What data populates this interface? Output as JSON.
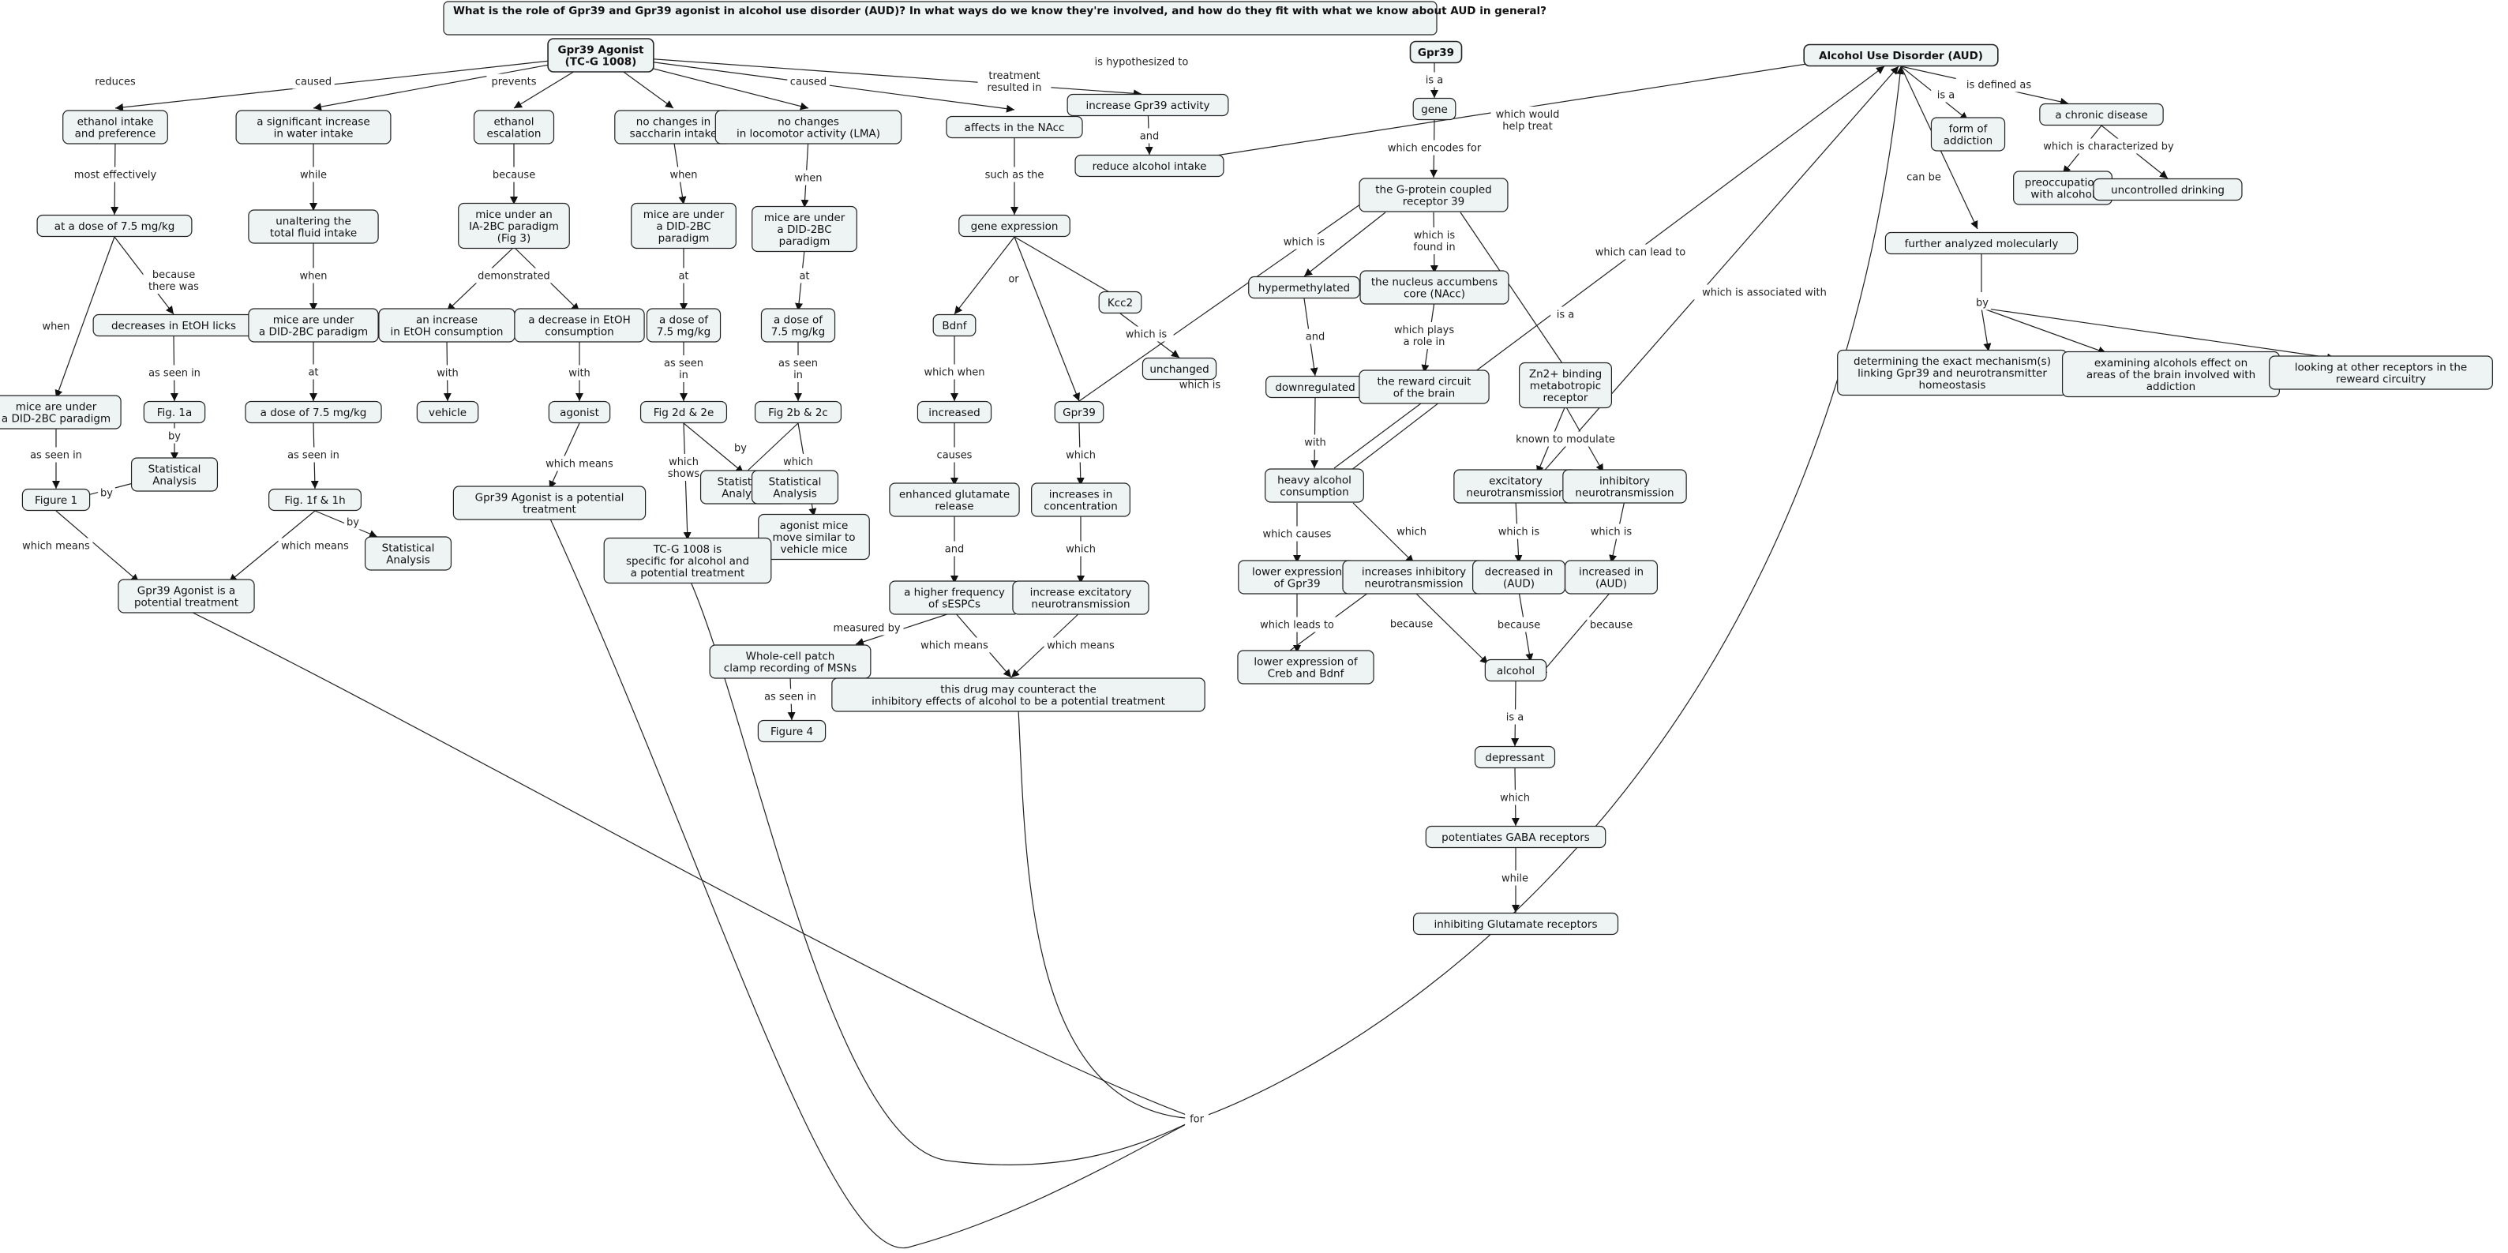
{
  "question": "What is the role of Gpr39 and Gpr39 agonist in alcohol use disorder (AUD)? In what ways do we know they're involved, and how do they fit with what we know about AUD in general?",
  "nodes": {
    "agonist": [
      "Gpr39 Agonist",
      "(TC-G 1008)"
    ],
    "ethanolIntake": [
      "ethanol intake",
      "and preference"
    ],
    "waterIntake": [
      "a significant increase",
      "in water intake"
    ],
    "escalation": [
      "ethanol",
      "escalation"
    ],
    "saccharin": [
      "no changes in",
      "saccharin intake"
    ],
    "locomotor": [
      "no changes",
      "in locomotor activity (LMA)"
    ],
    "nacc": [
      "affects in the NAcc"
    ],
    "incActivity": [
      "increase Gpr39 activity"
    ],
    "reduceIntake": [
      "reduce alcohol intake"
    ],
    "dose1": [
      "at a dose of 7.5 mg/kg"
    ],
    "unaltering": [
      "unaltering the",
      "total fluid intake"
    ],
    "ia2bc": [
      "mice under an",
      "IA-2BC paradigm",
      "(Fig 3)"
    ],
    "did2": [
      "mice are under",
      "a DID-2BC",
      "paradigm"
    ],
    "did3": [
      "mice are under",
      "a DID-2BC",
      "paradigm"
    ],
    "geneExpr": [
      "gene expression"
    ],
    "decreasesLicks": [
      "decreases in EtOH licks"
    ],
    "did4": [
      "mice are under",
      "a DID-2BC paradigm"
    ],
    "incEtoh": [
      "an increase",
      "in EtOH consumption"
    ],
    "decEtoh": [
      "a decrease in EtOH",
      "consumption"
    ],
    "dose2": [
      "a dose of",
      "7.5 mg/kg"
    ],
    "dose3": [
      "a dose of",
      "7.5 mg/kg"
    ],
    "bdnf": [
      "Bdnf"
    ],
    "kcc2": [
      "Kcc2"
    ],
    "unchanged": [
      "unchanged"
    ],
    "did1": [
      "mice are under",
      "a DID-2BC paradigm"
    ],
    "fig1a": [
      "Fig. 1a"
    ],
    "dose4": [
      "a dose of 7.5 mg/kg"
    ],
    "vehicle": [
      "vehicle"
    ],
    "agonistLeaf": [
      "agonist"
    ],
    "fig2d": [
      "Fig 2d & 2e"
    ],
    "fig2b": [
      "Fig 2b & 2c"
    ],
    "increased": [
      "increased"
    ],
    "gpr39node": [
      "Gpr39"
    ],
    "stats1": [
      "Statistical",
      "Analysis"
    ],
    "stats3": [
      "Statistical",
      "Analysis"
    ],
    "fig1": [
      "Figure 1"
    ],
    "fig1f": [
      "Fig. 1f & 1h"
    ],
    "potential2": [
      "Gpr39 Agonist is a potential",
      "treatment"
    ],
    "enhancedGlu": [
      "enhanced glutamate",
      "release"
    ],
    "incConc": [
      "increases in",
      "concentration"
    ],
    "stats2": [
      "Statistical",
      "Analysis"
    ],
    "agonistMice": [
      "agonist mice",
      "move similar to",
      "vehicle mice"
    ],
    "stats4": [
      "Statistical",
      "Analysis"
    ],
    "tcg": [
      "TC-G 1008 is",
      "specific for alcohol and",
      "a potential treatment"
    ],
    "potential1": [
      "Gpr39 Agonist is a",
      "potential treatment"
    ],
    "sespc": [
      "a higher frequency",
      "of sESPCs"
    ],
    "incExc": [
      "increase excitatory",
      "neurotransmission"
    ],
    "patch": [
      "Whole-cell patch",
      "clamp recording of MSNs"
    ],
    "counteract": [
      "this drug may counteract the",
      "inhibitory effects of alcohol to be a potential treatment"
    ],
    "fig4": [
      "Figure 4"
    ],
    "gpr39main": [
      "Gpr39"
    ],
    "gene": [
      "gene"
    ],
    "gpcr": [
      "the G-protein coupled",
      "receptor 39"
    ],
    "hyper": [
      "hypermethylated"
    ],
    "naccCore": [
      "the nucleus accumbens",
      "core (NAcc)"
    ],
    "down": [
      "downregulated"
    ],
    "reward": [
      "the reward circuit",
      "of the brain"
    ],
    "zn": [
      "Zn2+ binding",
      "metabotropic",
      "receptor"
    ],
    "heavy": [
      "heavy alcohol",
      "consumption"
    ],
    "lowerExpr": [
      "lower expression",
      "of Gpr39"
    ],
    "incInh": [
      "increases inhibitory",
      "neurotransmission"
    ],
    "lowerCreb": [
      "lower expression of",
      "Creb and Bdnf"
    ],
    "excNeuro": [
      "excitatory",
      "neurotransmission"
    ],
    "inhNeuro": [
      "inhibitory",
      "neurotransmission"
    ],
    "decAud": [
      "decreased in",
      "(AUD)"
    ],
    "incAud": [
      "increased in",
      "(AUD)"
    ],
    "alcohol": [
      "alcohol"
    ],
    "depressant": [
      "depressant"
    ],
    "gaba": [
      "potentiates GABA receptors"
    ],
    "glut": [
      "inhibiting Glutamate receptors"
    ],
    "aud": [
      "Alcohol Use Disorder (AUD)"
    ],
    "addiction": [
      "form of",
      "addiction"
    ],
    "chronic": [
      "a chronic disease"
    ],
    "preocc": [
      "preoccupation",
      "with alcohol"
    ],
    "uncontrolled": [
      "uncontrolled drinking"
    ],
    "further": [
      "further analyzed molecularly"
    ],
    "mechanism": [
      "determining the exact mechanism(s)",
      "linking Gpr39 and neurotransmitter",
      "homeostasis"
    ],
    "examining": [
      "examining alcohols effect on",
      "areas of the brain involved with",
      "addiction"
    ],
    "receptors": [
      "looking at other receptors in the",
      "reweard circuitry"
    ]
  },
  "labels": {
    "reduces": [
      "reduces"
    ],
    "caused1": [
      "caused"
    ],
    "prevents": [
      "prevents"
    ],
    "caused2": [
      "caused"
    ],
    "caused3": [
      "caused"
    ],
    "treatment": [
      "treatment",
      "resulted in"
    ],
    "hypothesized": [
      "is hypothesized to"
    ],
    "and1": [
      "and"
    ],
    "wouldTreat": [
      "which would",
      "help treat"
    ],
    "mostEff": [
      "most effectively"
    ],
    "while1": [
      "while"
    ],
    "because1": [
      "because"
    ],
    "when1": [
      "when"
    ],
    "when2": [
      "when"
    ],
    "suchAs": [
      "such as the"
    ],
    "becauseThere": [
      "because",
      "there was"
    ],
    "when3": [
      "when"
    ],
    "when4": [
      "when"
    ],
    "demonstrated": [
      "demonstrated"
    ],
    "at1": [
      "at"
    ],
    "at2": [
      "at"
    ],
    "or": [
      "or"
    ],
    "whichIs1": [
      "which is"
    ],
    "asSeen1": [
      "as seen in"
    ],
    "at3": [
      "at"
    ],
    "with1": [
      "with"
    ],
    "with2": [
      "with"
    ],
    "asSeen2": [
      "as seen",
      "in"
    ],
    "asSeen3": [
      "as seen",
      "in"
    ],
    "whichWhen": [
      "which when"
    ],
    "whichIsLink": [
      "which is"
    ],
    "by1": [
      "by"
    ],
    "asSeen4": [
      "as seen in"
    ],
    "asSeen5": [
      "as seen in"
    ],
    "by2": [
      "by"
    ],
    "whichMeans1": [
      "which means"
    ],
    "byStats3": [
      "by"
    ],
    "whichMeans2": [
      "which means"
    ],
    "whichMeans3": [
      "which means"
    ],
    "whichShows1": [
      "which",
      "shows"
    ],
    "byStats2": [
      "by"
    ],
    "whichShows2": [
      "which",
      "shows"
    ],
    "causes": [
      "causes"
    ],
    "which1": [
      "which"
    ],
    "and2": [
      "and"
    ],
    "which2": [
      "which"
    ],
    "measuredBy": [
      "measured by"
    ],
    "whichMeans4": [
      "which means"
    ],
    "whichMeans5": [
      "which means"
    ],
    "asSeen6": [
      "as seen in"
    ],
    "for": [
      "for"
    ],
    "isA1": [
      "is a"
    ],
    "encodes": [
      "which encodes for"
    ],
    "whichIs2": [
      "which is"
    ],
    "foundIn": [
      "which is",
      "found in"
    ],
    "isA2": [
      "is a"
    ],
    "canLead": [
      "which can lead to"
    ],
    "assocWith": [
      "which is associated with"
    ],
    "and3": [
      "and"
    ],
    "plays": [
      "which plays",
      "a role in"
    ],
    "knownMod": [
      "known to modulate"
    ],
    "with3": [
      "with"
    ],
    "whichCauses": [
      "which causes"
    ],
    "which3": [
      "which"
    ],
    "whichIs3": [
      "which is"
    ],
    "whichIs4": [
      "which is"
    ],
    "leadsTo": [
      "which leads to"
    ],
    "because2": [
      "because"
    ],
    "because3": [
      "because"
    ],
    "because4": [
      "because"
    ],
    "isA3": [
      "is a"
    ],
    "which4": [
      "which"
    ],
    "while2": [
      "while"
    ],
    "isA4": [
      "is a"
    ],
    "definedAs": [
      "is defined as"
    ],
    "canBe": [
      "can be"
    ],
    "characterized": [
      "which is characterized by"
    ],
    "by3": [
      "by"
    ]
  }
}
